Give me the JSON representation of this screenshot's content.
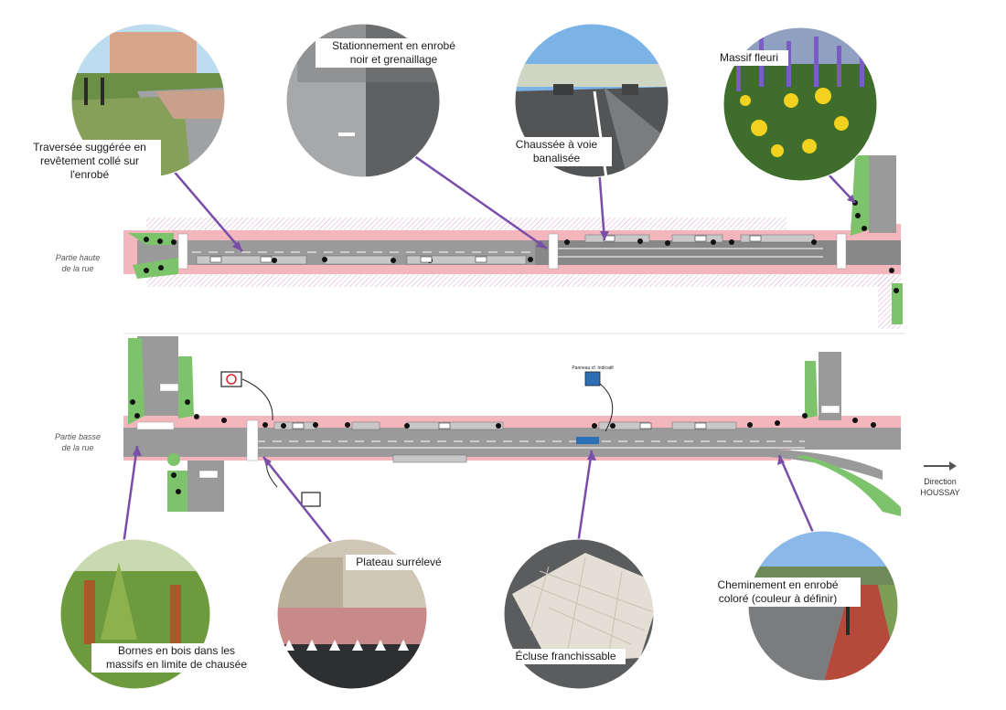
{
  "sections": {
    "upper": "Partie haute\nde la rue",
    "lower": "Partie basse\nde la rue"
  },
  "direction": {
    "line1": "Direction",
    "line2": "HOUSSAY"
  },
  "callouts": {
    "traversee": [
      "Traversée suggérée en",
      "revêtement collé sur",
      "l'enrobé"
    ],
    "stationnement": [
      "Stationnement en enrobé",
      "noir et grenaillage"
    ],
    "chaussee": [
      "Chaussée à voie",
      "banalisée"
    ],
    "massif": [
      "Massif fleuri"
    ],
    "bornes": [
      "Bornes en bois dans les",
      "massifs en limite de chausée"
    ],
    "plateau": [
      "Plateau surrélevé"
    ],
    "ecluse": [
      "Écluse franchissable"
    ],
    "cheminement": [
      "Cheminement en enrobé",
      "coloré (couleur à définir)"
    ]
  },
  "panneau_label": "Panneau cf. Indicatif",
  "colors": {
    "callout_line": "#7a4ea8",
    "sidewalk": "#f4b6bd",
    "road": "#9a9a9a",
    "road_dark": "#7f7f7f",
    "green": "#7dc36b"
  }
}
